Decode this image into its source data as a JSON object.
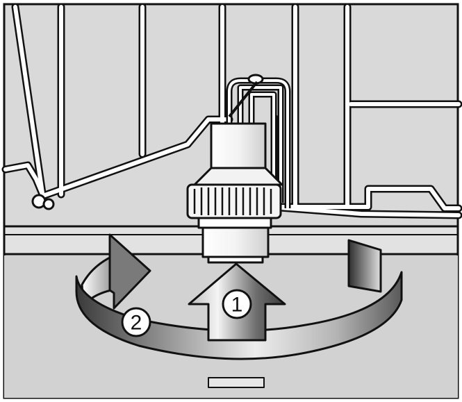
{
  "illustration": {
    "subject": "dishwasher-spray-arm-filter-removal",
    "step_markers": [
      {
        "label": "1",
        "meaning": "push-up"
      },
      {
        "label": "2",
        "meaning": "rotate"
      }
    ],
    "colors": {
      "line": "#111111",
      "background": "#d9d9d9",
      "arrow_light": "#e6e6e6",
      "arrow_mid": "#9a9a9a",
      "arrow_dark": "#444444"
    }
  }
}
